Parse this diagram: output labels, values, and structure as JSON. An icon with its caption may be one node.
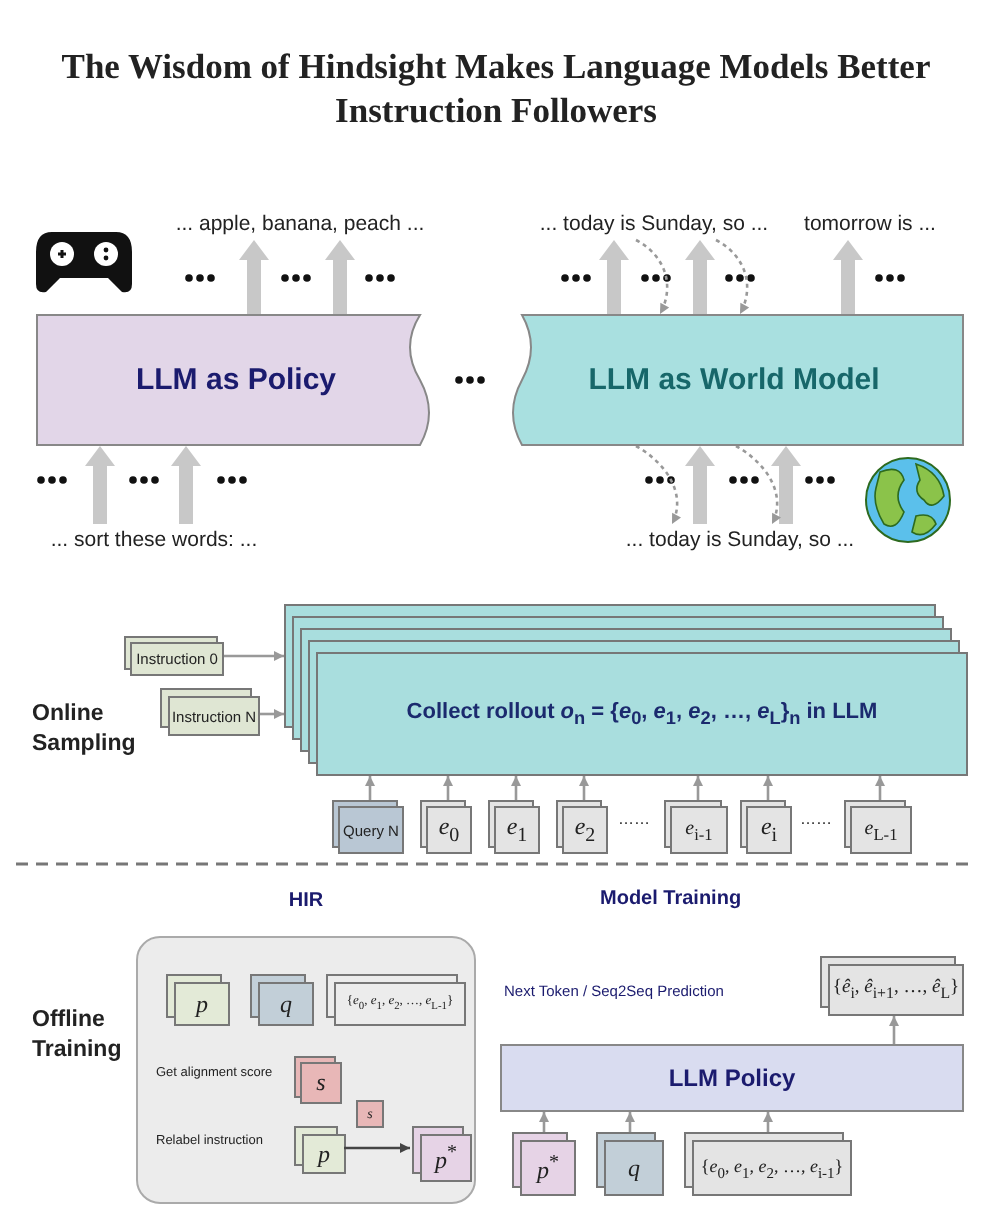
{
  "diagram": {
    "title": "The Wisdom of Hindsight Makes Language Models Better Instruction Followers",
    "nodes": [
      {
        "text": [
          "... apple, banana, peach ..."
        ]
      },
      {
        "text": [
          "... today is Sunday, so ..."
        ]
      },
      {
        "text": [
          "tomorrow is ..."
        ]
      },
      {
        "text": [
          "LLM as Policy"
        ]
      },
      {
        "text": [
          "LLM as World Model"
        ]
      },
      {
        "text": [
          "... sort these words: ..."
        ]
      },
      {
        "text": [
          "... today is Sunday, so ..."
        ]
      },
      {
        "text": [
          "Instruction 0"
        ]
      },
      {
        "text": [
          "Instruction N"
        ]
      },
      {
        "text": [
          "Collect rollout *o*$_{n}$ = {*e*$_{0}$, *e*$_{1}$, *e*$_{2}$, …, *e*$_{L}$}$_{n}$ in LLM"
        ]
      },
      {
        "text": [
          "Query N"
        ]
      },
      {
        "text": [
          "*e*$_{0}$"
        ]
      },
      {
        "text": [
          "*e*$_{1}$"
        ]
      },
      {
        "text": [
          "*e*$_{2}$"
        ]
      },
      {
        "text": [
          "*e*$_{i-1}$"
        ]
      },
      {
        "text": [
          "*e*$_{i}$"
        ]
      },
      {
        "text": [
          "*e*$_{L-1}$"
        ]
      },
      {
        "text": [
          "HIR"
        ]
      },
      {
        "text": [
          "*p*"
        ],
        "in": 17
      },
      {
        "text": [
          "*q*"
        ],
        "in": 17
      },
      {
        "text": [
          "{*e*$_{0}$, *e*$_{1}$, *e*$_{2}$, …, *e*$_{L-1}$}"
        ],
        "in": 17
      },
      {
        "text": [
          "*s*"
        ],
        "in": 17
      },
      {
        "text": [
          "*p*"
        ],
        "in": 17
      },
      {
        "text": [
          "*s*"
        ],
        "in": 17
      },
      {
        "text": [
          "*p*$^{*}$"
        ],
        "in": 17
      },
      {
        "text": [
          "LLM Policy"
        ]
      },
      {
        "text": [
          "{*ê*$_{i}$, *ê*$_{i+1}$, …, *ê*$_{L}$}"
        ]
      },
      {
        "text": [
          "*p*$^{*}$"
        ]
      },
      {
        "text": [
          "*q*"
        ]
      },
      {
        "text": [
          "{*e*$_{0}$, *e*$_{1}$, *e*$_{2}$, …, *e*$_{i-1}$}"
        ]
      }
    ],
    "edges": [
      {
        "from": 5,
        "to": 3,
        "arrow": "to",
        "style": "thick"
      },
      {
        "from": 5,
        "to": 3,
        "arrow": "to",
        "style": "thick"
      },
      {
        "from": 3,
        "to": 0,
        "arrow": "to",
        "style": "thick"
      },
      {
        "from": 3,
        "to": 0,
        "arrow": "to",
        "style": "thick"
      },
      {
        "from": 6,
        "to": 4,
        "arrow": "to",
        "style": "thick"
      },
      {
        "from": 6,
        "to": 4,
        "arrow": "to",
        "style": "thick"
      },
      {
        "from": 4,
        "to": 1,
        "arrow": "to",
        "style": "thick"
      },
      {
        "from": 4,
        "to": 1,
        "arrow": "to",
        "style": "thick"
      },
      {
        "from": 4,
        "to": 2,
        "arrow": "to",
        "style": "thick"
      },
      {
        "from": 1,
        "to": 4,
        "arrow": "to",
        "style": "dashed"
      },
      {
        "from": 1,
        "to": 4,
        "arrow": "to",
        "style": "dashed"
      },
      {
        "from": 4,
        "to": 6,
        "arrow": "to",
        "style": "dashed"
      },
      {
        "from": 4,
        "to": 6,
        "arrow": "to",
        "style": "dashed"
      },
      {
        "from": 7,
        "to": 9,
        "arrow": "to"
      },
      {
        "from": 8,
        "to": 9,
        "arrow": "to"
      },
      {
        "from": 10,
        "to": 9,
        "arrow": "to"
      },
      {
        "from": 11,
        "to": 9,
        "arrow": "to"
      },
      {
        "from": 12,
        "to": 9,
        "arrow": "to"
      },
      {
        "from": 13,
        "to": 9,
        "arrow": "to"
      },
      {
        "from": 14,
        "to": 9,
        "arrow": "to"
      },
      {
        "from": 15,
        "to": 9,
        "arrow": "to"
      },
      {
        "from": 16,
        "to": 9,
        "arrow": "to"
      },
      {
        "from": 22,
        "to": 24,
        "arrow": "to",
        "color": "#444444"
      },
      {
        "from": 25,
        "to": 26,
        "arrow": "to"
      },
      {
        "from": 27,
        "to": 25,
        "arrow": "to"
      },
      {
        "from": 28,
        "to": 25,
        "arrow": "to"
      },
      {
        "from": 29,
        "to": 25,
        "arrow": "to"
      }
    ],
    "labels": [
      "Online Sampling",
      "……",
      "……",
      "Offline Training",
      "Get alignment score",
      "Relabel instruction",
      "Model Training",
      "Next Token / Seq2Seq Prediction"
    ]
  }
}
